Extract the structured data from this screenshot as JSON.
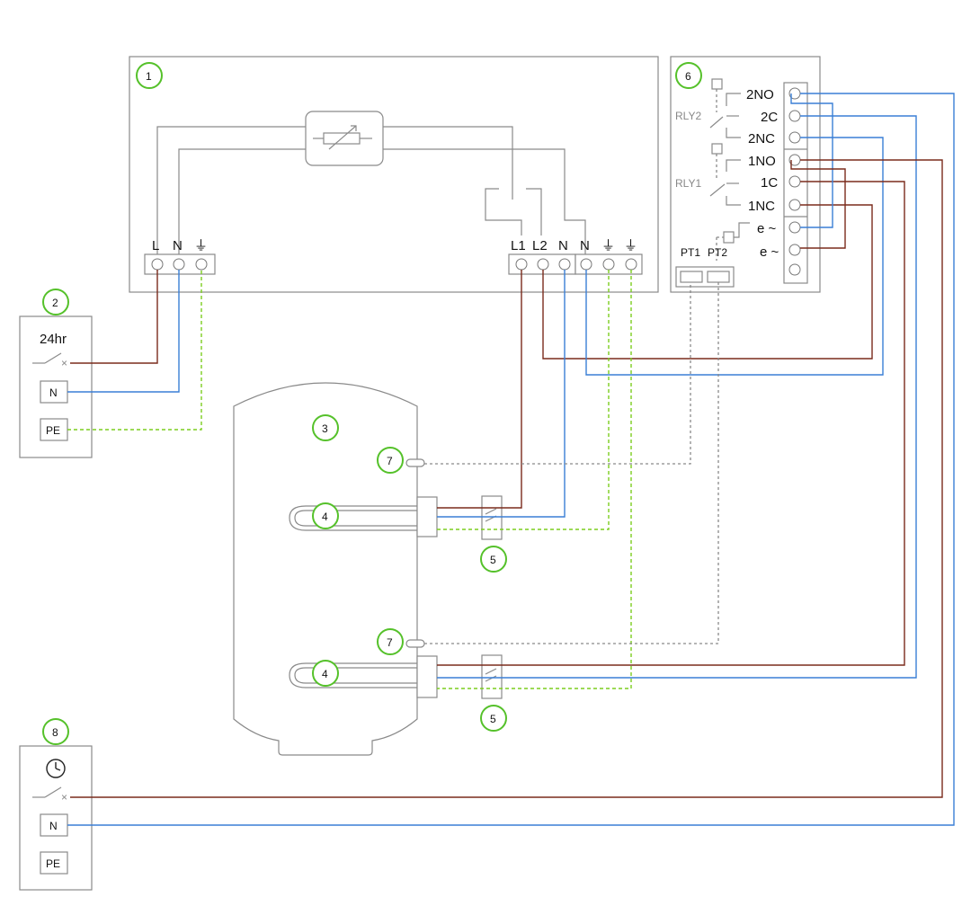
{
  "badges": {
    "controller": "1",
    "timer_24hr": "2",
    "cylinder": "3",
    "immersion": "4",
    "thermostat": "5",
    "relay": "6",
    "sensor": "7",
    "clock_timer": "8"
  },
  "controller": {
    "supply_terminals": [
      "L",
      "N",
      "⏚"
    ],
    "load_terminals": [
      "L1",
      "L2",
      "N",
      "N",
      "⏚",
      "⏚"
    ]
  },
  "timer_24hr": {
    "title": "24hr",
    "neutral_label": "N",
    "earth_label": "PE"
  },
  "relay": {
    "relay_labels": [
      "RLY2",
      "RLY1"
    ],
    "terminals": [
      "2NO",
      "2C",
      "2NC",
      "1NO",
      "1C",
      "1NC",
      "e ~",
      "e ~"
    ],
    "sensor_ports": [
      "PT1",
      "PT2"
    ]
  },
  "clock_timer": {
    "icon": "clock-icon",
    "neutral_label": "N",
    "earth_label": "PE"
  },
  "colors": {
    "live": "#7a2b1c",
    "neutral": "#3a7fd6",
    "earth": "#7ccd1f",
    "sensor": "#8a8a8a",
    "badge": "#55c12a"
  }
}
